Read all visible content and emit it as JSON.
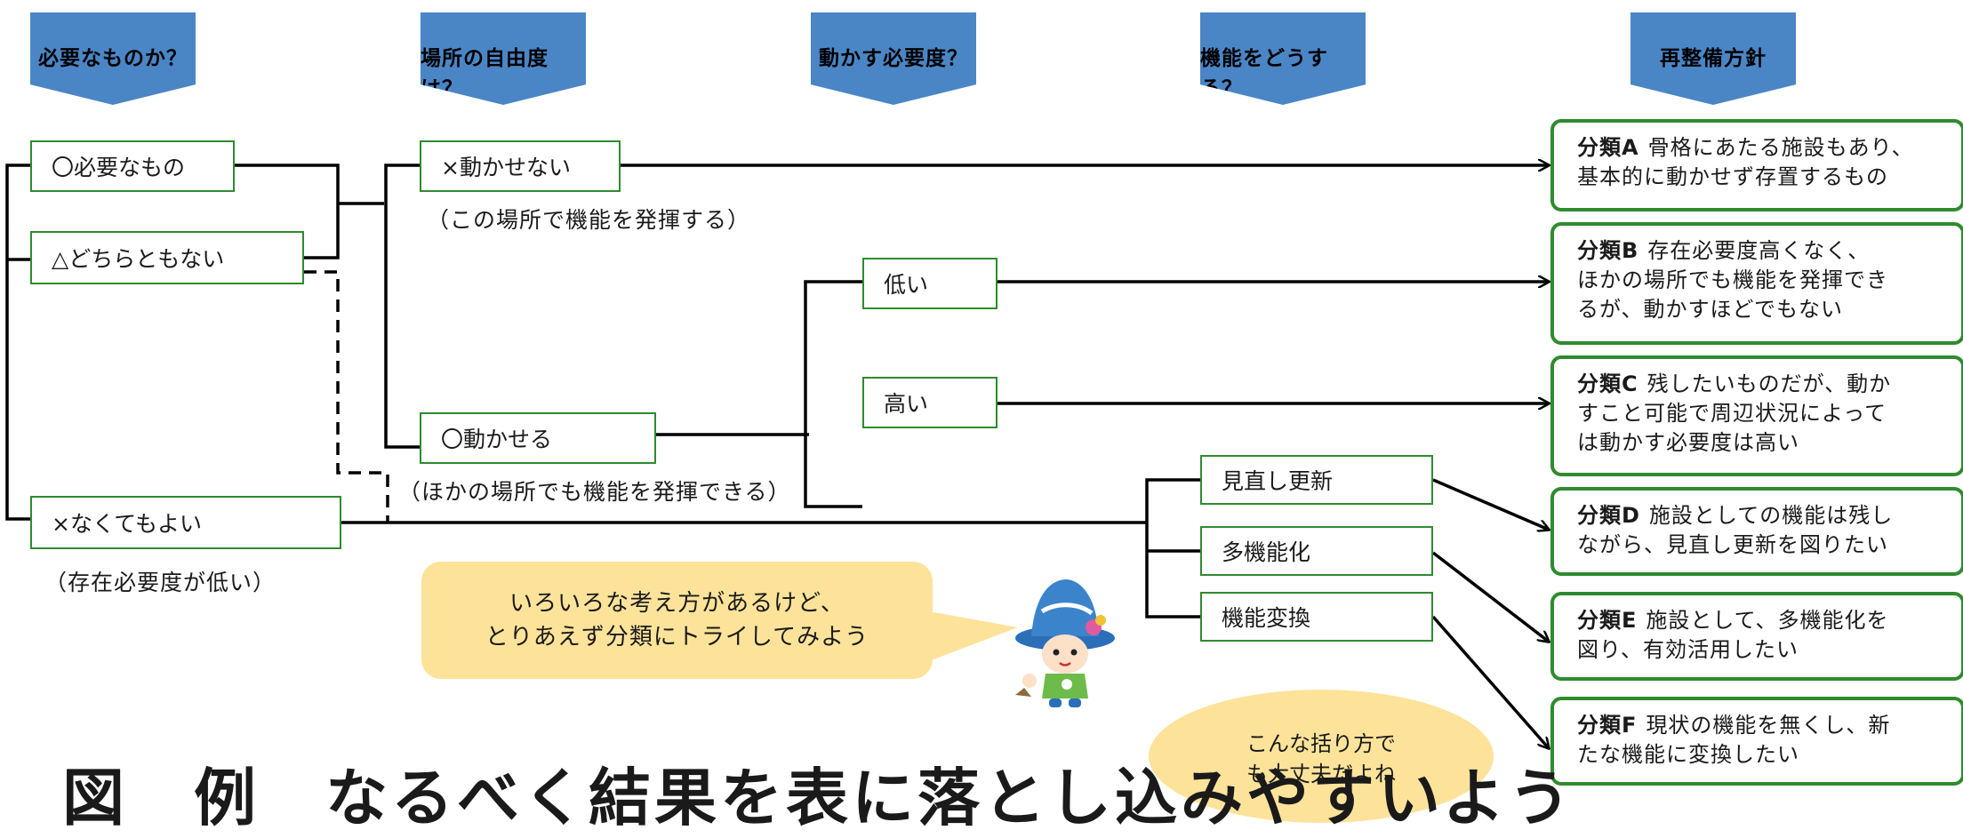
{
  "headers": [
    "必要なものか？",
    "場所の自由度は？",
    "動かす必要度？",
    "機能をどうする？",
    "再整備方針"
  ],
  "necessity": {
    "needed": "〇必要なもの",
    "either": "△どちらともない",
    "not_needed": "×なくてもよい",
    "not_needed_note": "（存在必要度が低い）"
  },
  "location": {
    "fixed": "×動かせない",
    "fixed_note": "（この場所で機能を発揮する）",
    "movable": "〇動かせる",
    "movable_note": "（ほかの場所でも機能を発揮できる）"
  },
  "move_need": {
    "low": "低い",
    "high": "高い"
  },
  "function_action": {
    "review": "見直し更新",
    "multi": "多機能化",
    "convert": "機能変換"
  },
  "results": [
    {
      "code": "分類A",
      "text": "骨格にあたる施設もあり、",
      "text2": "基本的に動かせず存置するもの"
    },
    {
      "code": "分類B",
      "text": "存在必要度高くなく、",
      "text2": "ほかの場所でも機能を発揮でき",
      "text3": "るが、動かすほどでもない"
    },
    {
      "code": "分類C",
      "text": "残したいものだが、動か",
      "text2": "すこと可能で周辺状況によって",
      "text3": "は動かす必要度は高い"
    },
    {
      "code": "分類D",
      "text": "施設としての機能は残し",
      "text2": "ながら、見直し更新を図りたい"
    },
    {
      "code": "分類E",
      "text": "施設として、多機能化を",
      "text2": "図り、有効活用したい"
    },
    {
      "code": "分類F",
      "text": "現状の機能を無くし、新",
      "text2": "たな機能に変換したい"
    }
  ],
  "bubble": {
    "line1": "いろいろな考え方があるけど、",
    "line2": "とりあえず分類にトライしてみよう"
  },
  "oval": {
    "line1": "こんな括り方で",
    "line2": "も大丈夫だよね"
  },
  "bottom_title": "図　例　なるべく結果を表に落とし込みやすいよう",
  "colors": {
    "header": "#4a86c6",
    "box_border": "#2e8b2e",
    "bubble": "#fde39a"
  }
}
